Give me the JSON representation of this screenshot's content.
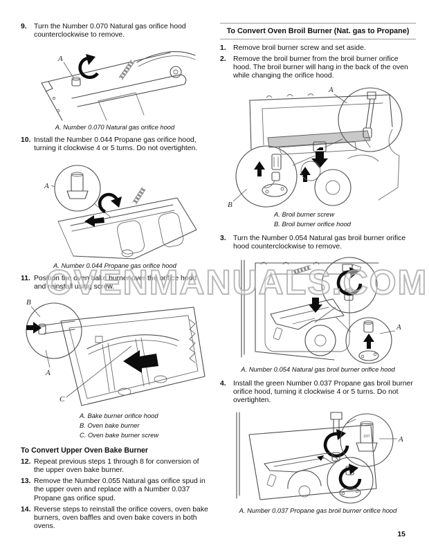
{
  "page": {
    "number": "15"
  },
  "watermark": {
    "text": "OVENMANUALS.COM",
    "color": "#a8a8a8"
  },
  "labels": {
    "a": "A",
    "b": "B",
    "c": "C"
  },
  "left": {
    "step9": {
      "num": "9.",
      "text": "Turn the Number 0.070 Natural gas orifice hood counterclockwise to remove."
    },
    "fig070": {
      "caption": "A. Number 0.070 Natural gas orifice hood"
    },
    "step10": {
      "num": "10.",
      "text": "Install the Number 0.044 Propane gas orifice hood, turning it clockwise 4 or 5 turns. Do not overtighten."
    },
    "fig044": {
      "caption": "A. Number 0.044 Propane gas orifice hood"
    },
    "step11": {
      "num": "11.",
      "text": "Position the oven bake burner over the orifice hood and reinstall using screw."
    },
    "fig_bake": {
      "captions": [
        "A. Bake burner orifice hood",
        "B. Oven bake burner",
        "C. Oven bake burner screw"
      ]
    },
    "heading": "To Convert Upper Oven Bake Burner",
    "step12": {
      "num": "12.",
      "text": "Repeat previous steps 1 through 8 for conversion of the upper oven bake burner."
    },
    "step13": {
      "num": "13.",
      "text": "Remove the Number 0.055 Natural gas orifice spud in the upper oven and replace with a Number 0.037 Propane gas orifice spud."
    },
    "step14": {
      "num": "14.",
      "text": "Reverse steps to reinstall the orifice covers, oven bake burners, oven baffles and oven bake covers in both ovens."
    }
  },
  "right": {
    "heading": "To Convert Oven Broil Burner (Nat. gas to Propane)",
    "step1": {
      "num": "1.",
      "text": "Remove broil burner screw and set aside."
    },
    "step2": {
      "num": "2.",
      "text": "Remove the broil burner from the broil burner orifice hood. The broil burner will hang in the back of the oven while changing the orifice hood."
    },
    "fig_broil": {
      "captions": [
        "A. Broil burner screw",
        "B. Broil burner orifice hood"
      ]
    },
    "step3": {
      "num": "3.",
      "text": "Turn the Number 0.054 Natural gas broil burner orifice hood counterclockwise to remove."
    },
    "fig054": {
      "caption": "A. Number 0.054 Natural gas broil burner orifice hood"
    },
    "step4": {
      "num": "4.",
      "text": "Install the green Number 0.037 Propane gas broil burner orifice hood, turning it clockwise 4 or 5 turns. Do not overtighten."
    },
    "fig037": {
      "caption": "A. Number 0.037 Propane gas broil burner orifice hood",
      "hood_marking": ".037"
    }
  }
}
